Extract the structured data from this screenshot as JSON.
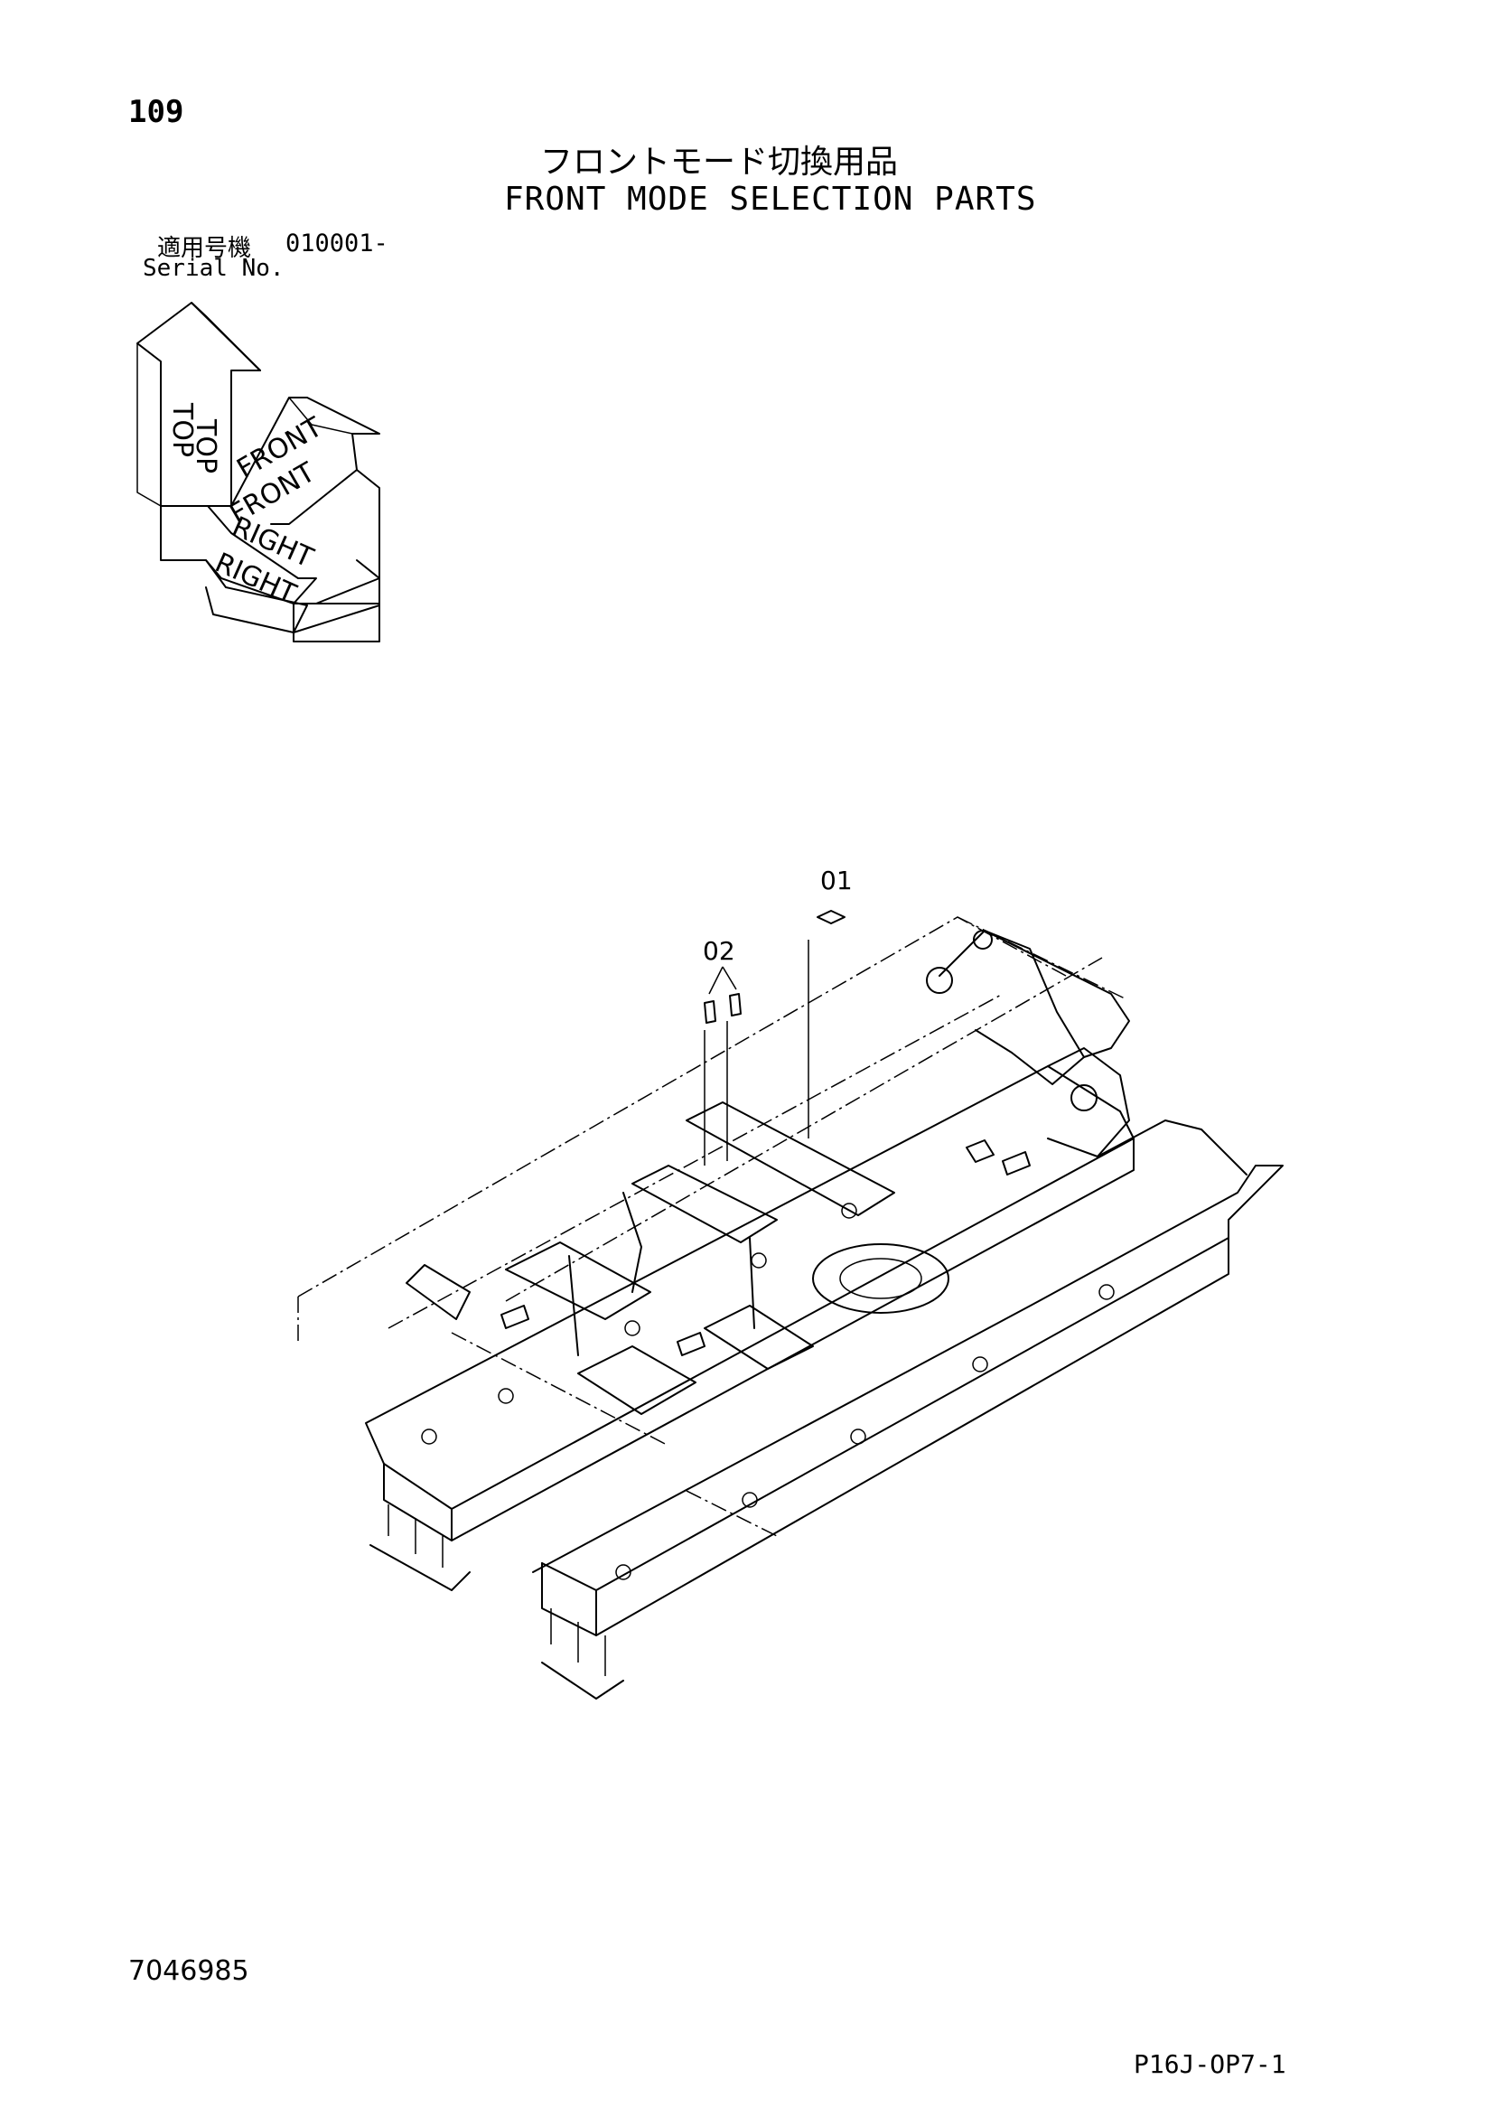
{
  "page_number": "109",
  "title_jp": "フロントモード切換用品",
  "title_en": "FRONT MODE SELECTION PARTS",
  "serial": {
    "label_jp": "適用号機",
    "value": "010001-",
    "label_en": "Serial No."
  },
  "orientation": {
    "top": "TOP",
    "front": "FRONT",
    "right": "RIGHT"
  },
  "callouts": {
    "part_01": "01",
    "part_02": "02"
  },
  "doc_number": "7046985",
  "page_code": "P16J-OP7-1"
}
